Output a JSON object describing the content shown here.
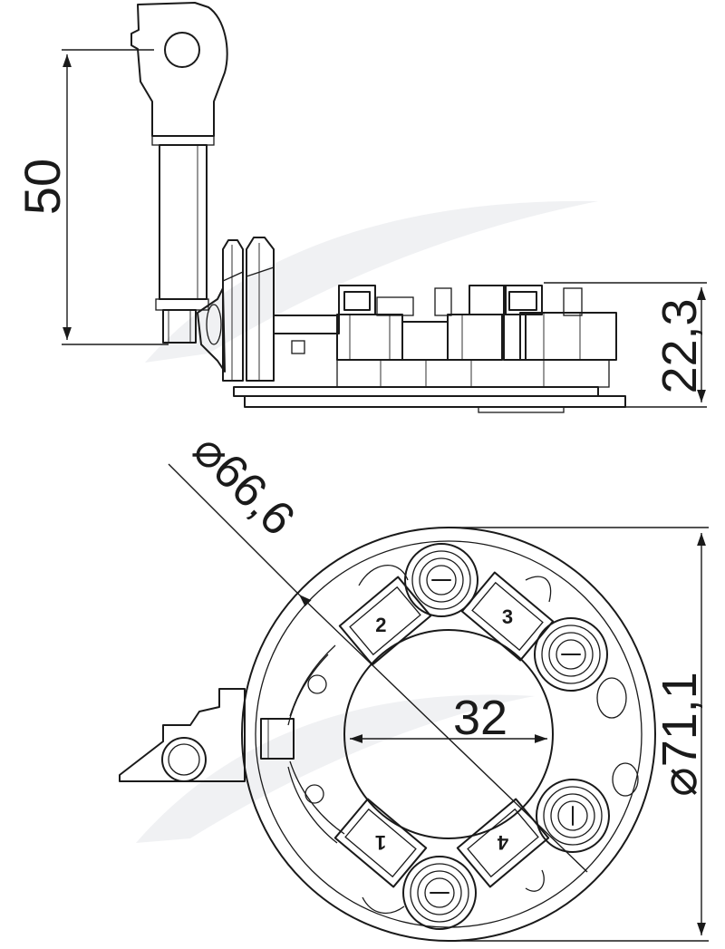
{
  "dimensions": {
    "height_total": "50",
    "height_body": "22,3",
    "inner_diameter": "⌀66,6",
    "outer_diameter": "⌀71,1",
    "bore": "32"
  },
  "brush_numbers": [
    "1",
    "2",
    "3",
    "4"
  ]
}
